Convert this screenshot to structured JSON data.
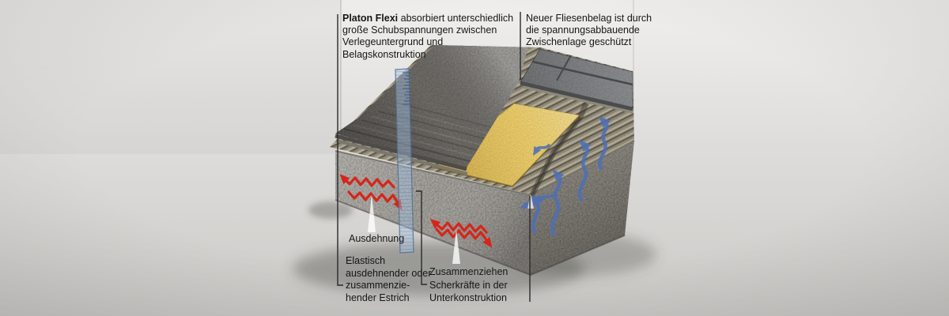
{
  "callouts": {
    "platon": {
      "brand": "Platon Flexi",
      "line1_rest": " absorbiert unterschiedlich",
      "line2": "große Schubspannungen zwischen",
      "line3": "Verlegeuntergrund und",
      "line4": "Belagskonstruktion"
    },
    "fliesenbelag": {
      "line1": "Neuer Fliesenbelag ist durch",
      "line2": "die spannungsabbauende",
      "line3": "Zwischenlage geschützt"
    },
    "ausdehnung": {
      "label": "Ausdehnung"
    },
    "estrich": {
      "line1": "Elastisch",
      "line2": "ausdehnender oder",
      "line3": "zusammenzie-",
      "line4": "hender Estrich"
    },
    "zusammenziehen": {
      "label": "Zusammenziehen"
    },
    "scherkraefte": {
      "line1": "Scherkräfte in der",
      "line2": "Unterkonstruktion"
    }
  },
  "colors": {
    "concrete_gray": "#a5a29c",
    "board_gray": "#75726d",
    "tile_gray": "#76787b",
    "membrane_yellow": "#ecc753",
    "stress_arrow_red": "#d6251a",
    "vapor_arrow_blue": "#4e6fb6",
    "leader_line": "#2a2a2a",
    "backdrop_gray": "#dcdbd8"
  },
  "icons": {
    "expansion_arrows": "red-wavy-arrows",
    "contraction_arrows": "red-wavy-arrows",
    "vapor_arrows": "blue-wavy-arrows",
    "measuring_ruler": "translucent-blue-ruler"
  }
}
